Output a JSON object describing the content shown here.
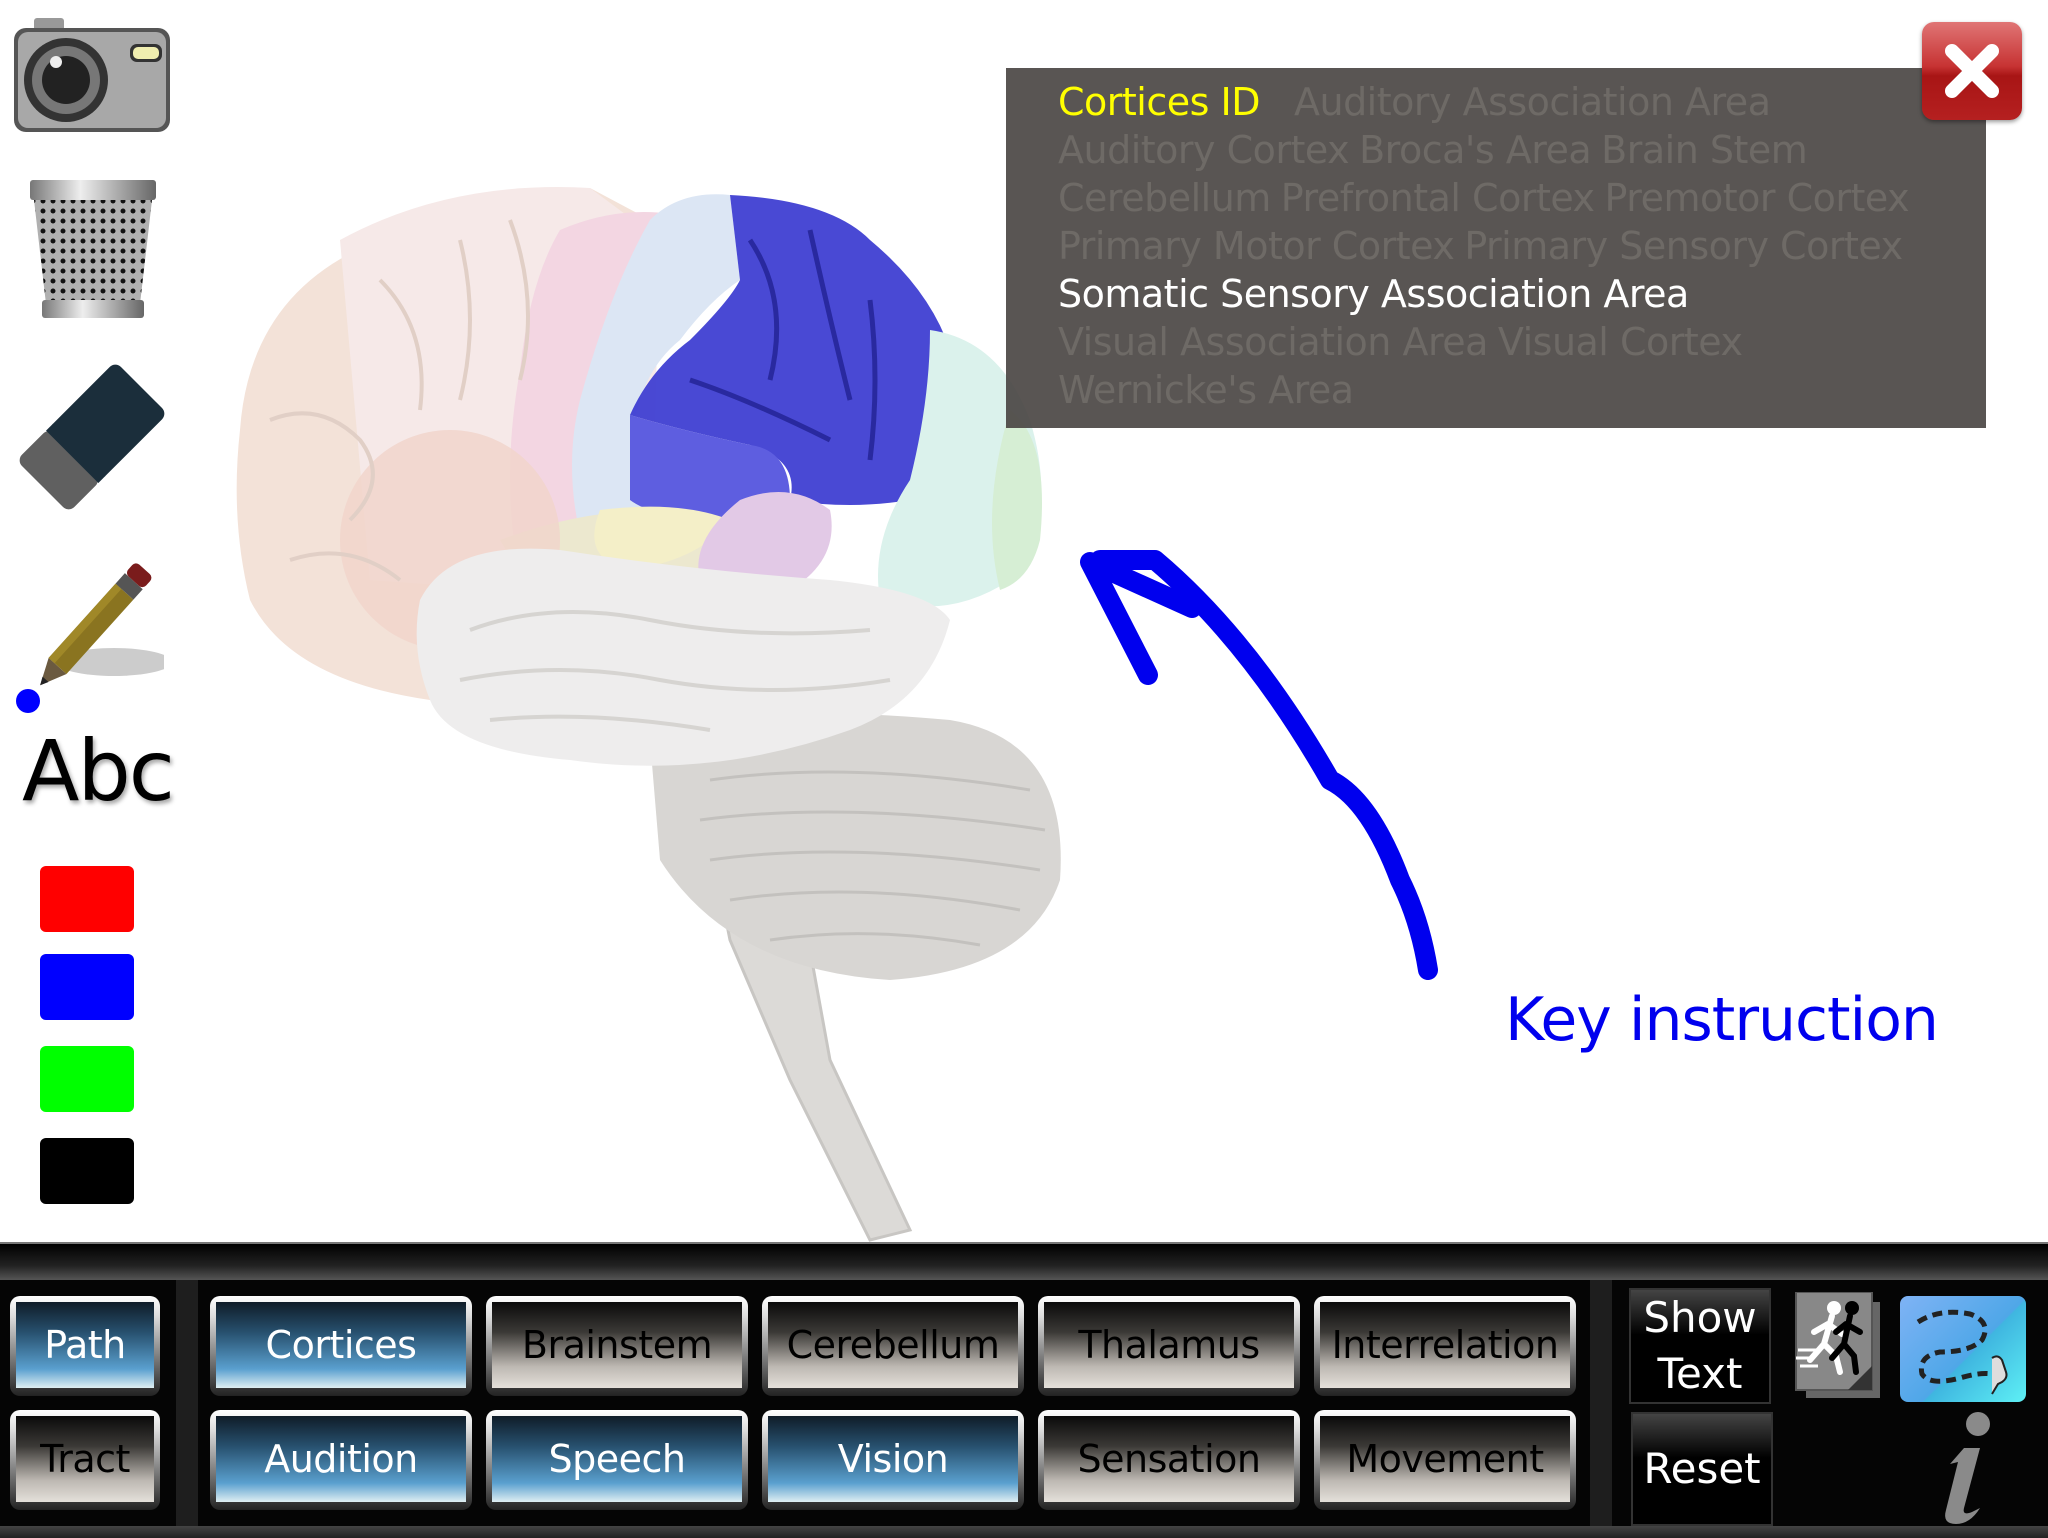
{
  "toolbar": {
    "tools": [
      {
        "name": "camera",
        "label": "camera-icon"
      },
      {
        "name": "trash",
        "label": "trash-icon"
      },
      {
        "name": "eraser",
        "label": "eraser-icon"
      },
      {
        "name": "pencil",
        "label": "pencil-icon"
      }
    ],
    "text_tool_label": "Abc",
    "colors": [
      "#ff0000",
      "#0000ff",
      "#00ff00",
      "#000000"
    ],
    "active_pen_color": "#0000ff"
  },
  "canvas": {
    "annotation_text": "Key instruction",
    "annotation_color": "#0000ee",
    "highlighted_region": "Somatic Sensory Association Area",
    "highlight_color": "#3a3ad0"
  },
  "panel": {
    "title": "Cortices ID",
    "labels": [
      "Auditory Association Area",
      "Auditory Cortex",
      "Broca's Area",
      "Brain Stem",
      "Cerebellum",
      "Prefrontal Cortex",
      "Premotor Cortex",
      "Primary Motor Cortex",
      "Primary Sensory Cortex",
      "Somatic Sensory Association Area",
      "Visual Association Area",
      "Visual Cortex",
      "Wernicke's Area"
    ],
    "active_label": "Somatic Sensory Association Area",
    "close_icon": "close-icon"
  },
  "bottom_bar": {
    "mode_buttons": [
      {
        "label": "Path",
        "active": true
      },
      {
        "label": "Tract",
        "active": false
      }
    ],
    "topic_buttons_row1": [
      {
        "label": "Cortices",
        "active": true
      },
      {
        "label": "Brainstem",
        "active": false
      },
      {
        "label": "Cerebellum",
        "active": false
      },
      {
        "label": "Thalamus",
        "active": false
      },
      {
        "label": "Interrelation",
        "active": false
      }
    ],
    "topic_buttons_row2": [
      {
        "label": "Audition",
        "active": true
      },
      {
        "label": "Speech",
        "active": true
      },
      {
        "label": "Vision",
        "active": true
      },
      {
        "label": "Sensation",
        "active": false
      },
      {
        "label": "Movement",
        "active": false
      }
    ],
    "show_text_label_1": "Show",
    "show_text_label_2": "Text",
    "reset_label": "Reset",
    "animation_icon": "running-animation-icon",
    "path_icon": "dashed-path-touch-icon",
    "info_icon": "i"
  }
}
